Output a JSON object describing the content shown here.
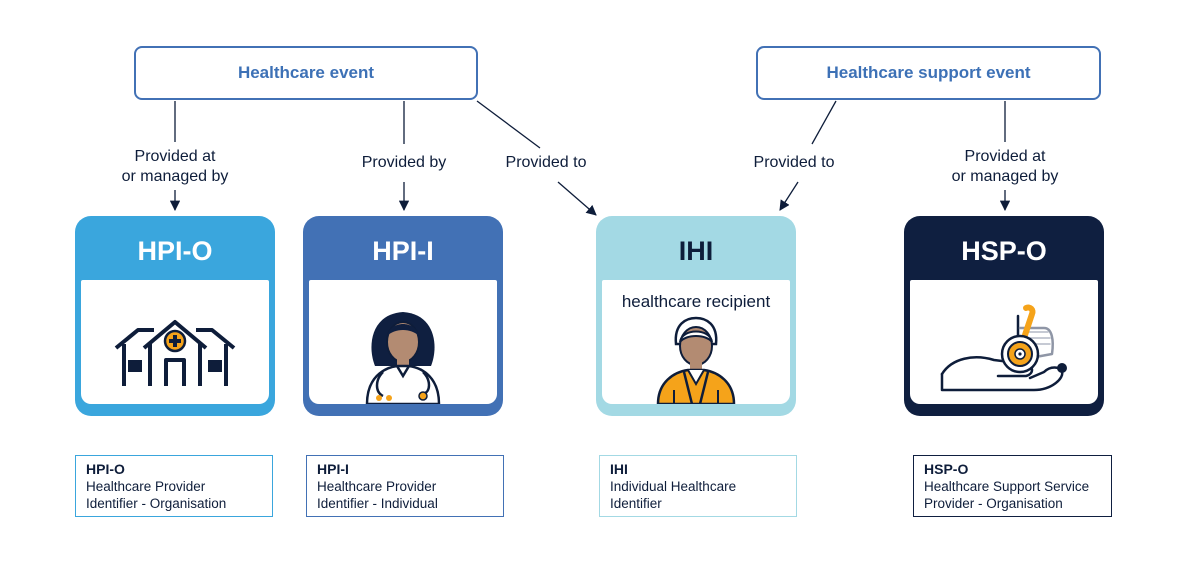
{
  "events": {
    "healthcare_event": "Healthcare event",
    "support_event": "Healthcare support event"
  },
  "edge_labels": {
    "hpio": [
      "Provided at",
      "or managed by"
    ],
    "hpii": "Provided by",
    "ihi_left": "Provided to",
    "ihi_right": "Provided to",
    "hspo": [
      "Provided at",
      "or managed by"
    ]
  },
  "cards": [
    {
      "key": "hpio",
      "title": "HPI-O",
      "subtitle": "",
      "icon": "hospital-building-icon",
      "color": "#3aa6dd",
      "title_color": "#ffffff"
    },
    {
      "key": "hpii",
      "title": "HPI-I",
      "subtitle": "",
      "icon": "doctor-icon",
      "color": "#4271b5",
      "title_color": "#ffffff"
    },
    {
      "key": "ihi",
      "title": "IHI",
      "subtitle": "healthcare recipient",
      "icon": "person-icon",
      "color": "#a3d9e4",
      "title_color": "#0e1d3a"
    },
    {
      "key": "hspo",
      "title": "HSP-O",
      "subtitle": "",
      "icon": "hand-wheelchair-icon",
      "color": "#0f1f40",
      "title_color": "#ffffff"
    }
  ],
  "legend": [
    {
      "key": "hpio",
      "abbr": "HPI-O",
      "lines": [
        "Healthcare Provider",
        "Identifier - Organisation"
      ],
      "border": "#3aa6dd"
    },
    {
      "key": "hpii",
      "abbr": "HPI-I",
      "lines": [
        "Healthcare Provider",
        "Identifier - Individual"
      ],
      "border": "#4271b5"
    },
    {
      "key": "ihi",
      "abbr": "IHI",
      "lines": [
        "Individual Healthcare",
        "Identifier"
      ],
      "border": "#a3d9e4"
    },
    {
      "key": "hspo",
      "abbr": "HSP-O",
      "lines": [
        "Healthcare Support Service",
        "Provider - Organisation"
      ],
      "border": "#0f1f40"
    }
  ],
  "colors": {
    "line": "#0e1d3a",
    "event_border": "#4271b5",
    "event_text": "#3d71b6",
    "accent_orange": "#f5a31a",
    "skin": "#b38b72"
  }
}
